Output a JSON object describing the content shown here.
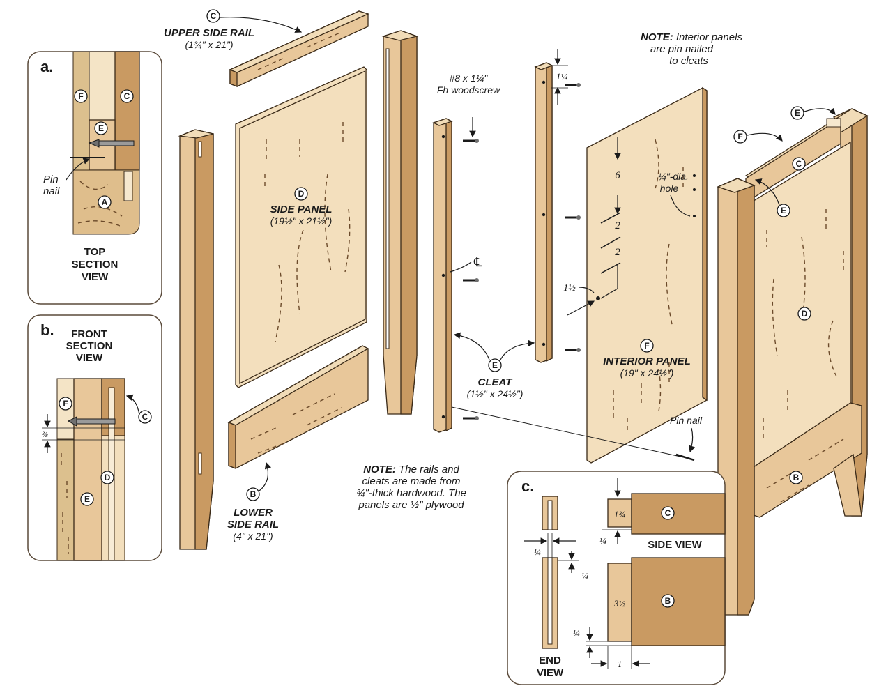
{
  "parts": {
    "A": "A",
    "B": "B",
    "C": "C",
    "D": "D",
    "E": "E",
    "F": "F"
  },
  "upper_side_rail": {
    "name": "UPPER SIDE RAIL",
    "size": "(1¾\" x 21\")"
  },
  "side_panel": {
    "name": "SIDE PANEL",
    "size": "(19½\" x 21½\")"
  },
  "lower_side_rail": {
    "name_line1": "LOWER",
    "name_line2": "SIDE RAIL",
    "size": "(4\" x 21\")"
  },
  "cleat": {
    "name": "CLEAT",
    "size": "(1½\" x 24½\")"
  },
  "interior_panel": {
    "name": "INTERIOR PANEL",
    "size": "(19\" x 24½\")"
  },
  "screw": {
    "line1": "#8 x 1¼\"",
    "line2": "Fh woodscrew"
  },
  "hole": {
    "line1": "¼\"-dia.",
    "line2": "hole"
  },
  "pin_nail": "Pin nail",
  "centerline": "℄",
  "note_top": {
    "prefix": "NOTE:",
    "line1": " Interior panels",
    "line2": "are pin nailed",
    "line3": "to cleats"
  },
  "note_bottom": {
    "prefix": "NOTE:",
    "line1": " The rails and",
    "line2": "cleats are made from",
    "line3": "¾\"-thick hardwood. The",
    "line4": "panels are ½\" plywood"
  },
  "dims": {
    "cleat_top": "1¼",
    "hole_6": "6",
    "hole_2a": "2",
    "hole_2b": "2",
    "edge_1_5": "1½"
  },
  "inset_a": {
    "letter": "a.",
    "pin_line1": "Pin",
    "pin_line2": "nail",
    "title_line1": "TOP",
    "title_line2": "SECTION",
    "title_line3": "VIEW"
  },
  "inset_b": {
    "letter": "b.",
    "title_line1": "FRONT",
    "title_line2": "SECTION",
    "title_line3": "VIEW",
    "dim": "⅜"
  },
  "inset_c": {
    "letter": "c.",
    "side_view": "SIDE VIEW",
    "end_view_line1": "END",
    "end_view_line2": "VIEW",
    "d_1_75": "1¾",
    "d_q1": "¼",
    "d_q2": "¼",
    "d_q3": "¼",
    "d_q4": "¼",
    "d_3_5": "3½",
    "d_1": "1"
  }
}
